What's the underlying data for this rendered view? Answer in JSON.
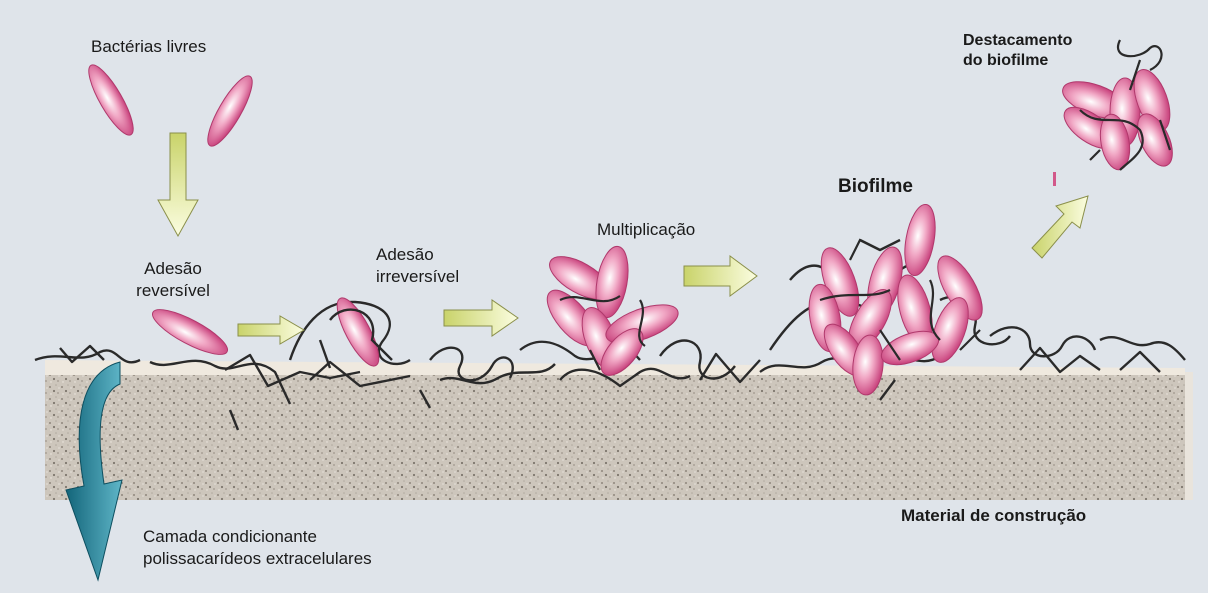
{
  "labels": {
    "free_bacteria": "Bactérias livres",
    "reversible_1": "Adesão",
    "reversible_2": "reversível",
    "irreversible_1": "Adesão",
    "irreversible_2": "irreversível",
    "multiplication": "Multiplicação",
    "biofilm": "Biofilme",
    "detachment_1": "Destacamento",
    "detachment_2": "do biofilme",
    "material": "Material de construção",
    "conditioning_1": "Camada condicionante",
    "conditioning_2": "polissacarídeos extracelulares"
  },
  "colors": {
    "background": "#dfe4ea",
    "bacteria": "#e07aa2",
    "arrow": "#e4ea9c",
    "material": "#c9c2b8",
    "curved_arrow": "#2e8ba0"
  }
}
